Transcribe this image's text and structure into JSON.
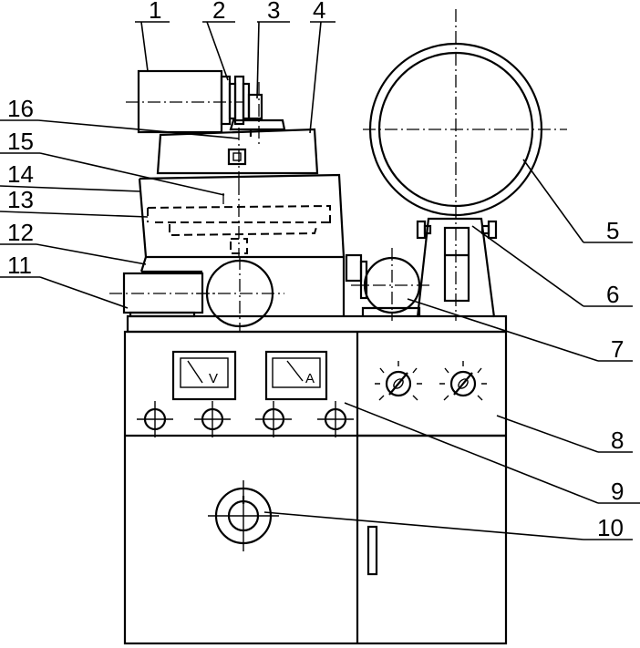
{
  "callouts": [
    "1",
    "2",
    "3",
    "4",
    "5",
    "6",
    "7",
    "8",
    "9",
    "10",
    "11",
    "12",
    "13",
    "14",
    "15",
    "16"
  ],
  "meters": {
    "volt": "V",
    "amp": "A"
  }
}
